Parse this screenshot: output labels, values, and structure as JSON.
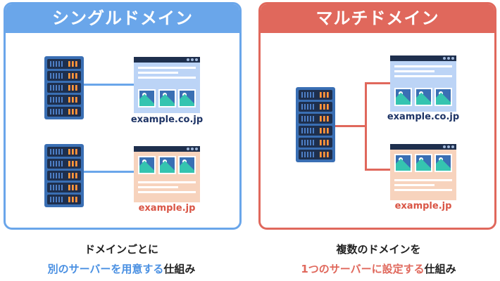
{
  "single": {
    "title": "シングルドメイン",
    "sites": [
      {
        "domain": "example.co.jp"
      },
      {
        "domain": "example.jp"
      }
    ],
    "caption_line1": "ドメインごとに",
    "caption_highlight": "別のサーバーを用意する",
    "caption_tail": "仕組み"
  },
  "multi": {
    "title": "マルチドメイン",
    "sites": [
      {
        "domain": "example.co.jp"
      },
      {
        "domain": "example.jp"
      }
    ],
    "caption_line1": "複数のドメインを",
    "caption_highlight": "1つのサーバーに設定する",
    "caption_tail": "仕組み"
  },
  "colors": {
    "blue_accent": "#6aa6ea",
    "red_accent": "#e0685c",
    "server_body": "#3a6fb4",
    "browser_blue": "#bcd4f6",
    "browser_peach": "#f7d3bd"
  },
  "icons": [
    "server-icon",
    "browser-window-icon",
    "image-icon"
  ]
}
